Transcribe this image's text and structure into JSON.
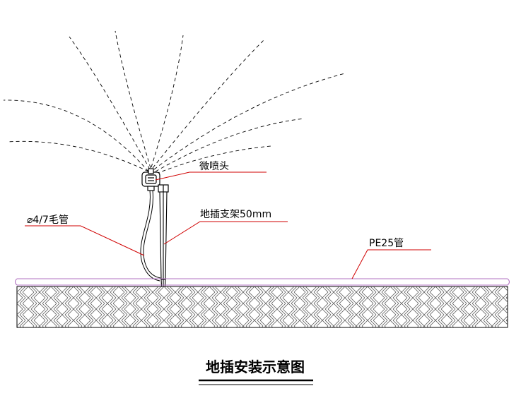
{
  "diagram": {
    "title": "地插安装示意图",
    "labels": {
      "nozzle": "微喷头",
      "stake": "地插支架50mm",
      "capillary": "⌀4/7毛管",
      "pe_pipe": "PE25管"
    }
  },
  "colors": {
    "leader": "#d00000",
    "pipe": "#b070c0",
    "ink": "#000000",
    "hatch": "#555555"
  }
}
